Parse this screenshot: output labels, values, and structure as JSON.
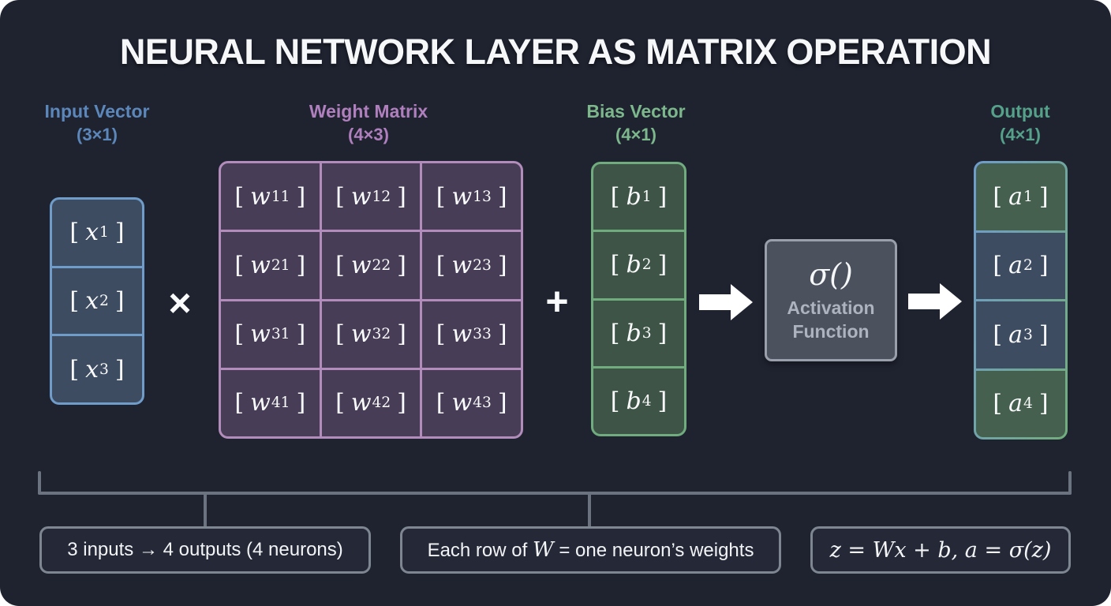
{
  "title": "NEURAL NETWORK LAYER AS MATRIX OPERATION",
  "brackets": {
    "open": "[",
    "close": "]"
  },
  "operators": {
    "multiply": "×",
    "plus": "+"
  },
  "input_vector": {
    "label": "Input Vector",
    "dims": "(3×1)",
    "cells": [
      {
        "v": "x",
        "s": "1"
      },
      {
        "v": "x",
        "s": "2"
      },
      {
        "v": "x",
        "s": "3"
      }
    ]
  },
  "weight_matrix": {
    "label": "Weight Matrix",
    "dims": "(4×3)",
    "cells": [
      {
        "v": "w",
        "s": "11"
      },
      {
        "v": "w",
        "s": "12"
      },
      {
        "v": "w",
        "s": "13"
      },
      {
        "v": "w",
        "s": "21"
      },
      {
        "v": "w",
        "s": "22"
      },
      {
        "v": "w",
        "s": "23"
      },
      {
        "v": "w",
        "s": "31"
      },
      {
        "v": "w",
        "s": "32"
      },
      {
        "v": "w",
        "s": "33"
      },
      {
        "v": "w",
        "s": "41"
      },
      {
        "v": "w",
        "s": "42"
      },
      {
        "v": "w",
        "s": "43"
      }
    ]
  },
  "bias_vector": {
    "label": "Bias Vector",
    "dims": "(4×1)",
    "cells": [
      {
        "v": "b",
        "s": "1"
      },
      {
        "v": "b",
        "s": "2"
      },
      {
        "v": "b",
        "s": "3"
      },
      {
        "v": "b",
        "s": "4"
      }
    ]
  },
  "activation": {
    "symbol": "σ()",
    "name": "Activation Function"
  },
  "output_vector": {
    "label": "Output",
    "dims": "(4×1)",
    "cells": [
      {
        "v": "a",
        "s": "1",
        "tone": "green"
      },
      {
        "v": "a",
        "s": "2",
        "tone": "blue"
      },
      {
        "v": "a",
        "s": "3",
        "tone": "blue"
      },
      {
        "v": "a",
        "s": "4",
        "tone": "green"
      }
    ]
  },
  "notes": [
    {
      "text": "3 inputs → 4 outputs (4 neurons)"
    },
    {
      "pre": "Each row of ",
      "var": "W",
      "post": " = one neuron’s weights"
    },
    {
      "formula": "z = Wx + b, a = σ(z)"
    }
  ],
  "palette": {
    "canvas_bg": "#1f2330",
    "input_border": "#6f9cc9",
    "input_cell": "#3e4c61",
    "input_label": "#5c87ba",
    "weight_border": "#b28dbc",
    "weight_cell": "#473d56",
    "weight_label": "#b07fbd",
    "bias_border": "#71ac7f",
    "bias_cell": "#3d5446",
    "bias_label": "#7cb88c",
    "output_gradient": [
      "#6f9cc9",
      "#72ad80"
    ],
    "output_cell_green": "#45604e",
    "output_cell_blue": "#3e4c61",
    "output_label": "#55a18a",
    "activation_bg": "#4b515d",
    "activation_border": "#99a0ab",
    "activation_text": "#aeb4bf",
    "line_gray": "#6b7380",
    "note_border": "#7e8692",
    "text_white": "#f6f7f9"
  }
}
